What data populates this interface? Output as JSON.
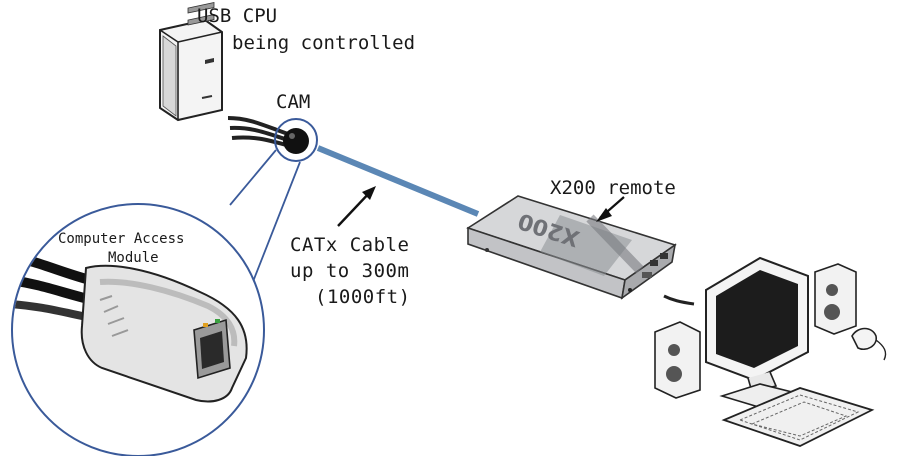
{
  "labels": {
    "cpu_line1": "USB CPU",
    "cpu_line2": "being controlled",
    "cam": "CAM",
    "remote": "X200 remote",
    "cable_line1": "CATx Cable",
    "cable_line2": "up to 300m",
    "cable_line3": "(1000ft)",
    "module_line1": "Computer Access",
    "module_line2": "Module"
  },
  "device_text": {
    "x200_case_logo": "X200"
  },
  "colors": {
    "cable": "#5b87b5",
    "module_circle": "#3a5a9a",
    "ink": "#1a1a1a",
    "case_gray": "#cfd0d2"
  },
  "icons": {
    "cpu": "tower-pc-icon",
    "cam": "cam-dongle-icon",
    "remote": "x200-extender-icon",
    "workstation": "monitor-keyboard-mouse-speakers-icon",
    "module": "computer-access-module-icon"
  }
}
